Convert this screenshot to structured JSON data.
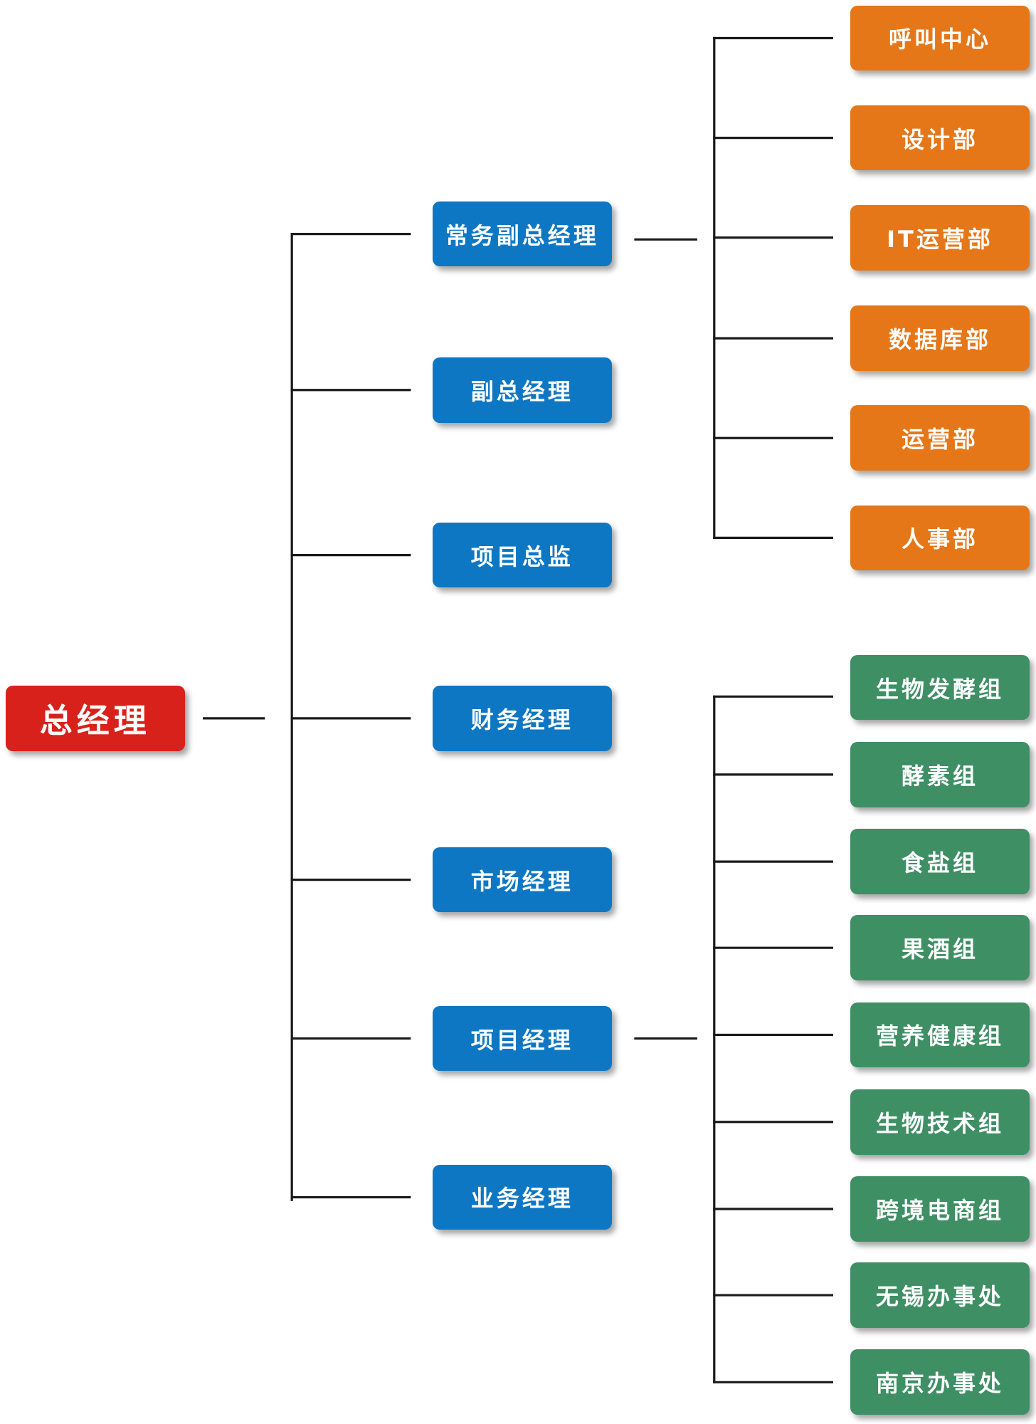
{
  "colors": {
    "root": "#D9211C",
    "manager": "#0E77C3",
    "department": "#E57718",
    "group": "#3F8F65",
    "line": "#1A1A1A"
  },
  "root": {
    "label": "总经理"
  },
  "managers": [
    {
      "label": "常务副总经理"
    },
    {
      "label": "副总经理"
    },
    {
      "label": "项目总监"
    },
    {
      "label": "财务经理"
    },
    {
      "label": "市场经理"
    },
    {
      "label": "项目经理"
    },
    {
      "label": "业务经理"
    }
  ],
  "departments": [
    {
      "label": "呼叫中心"
    },
    {
      "label": "设计部"
    },
    {
      "label": "IT运营部"
    },
    {
      "label": "数据库部"
    },
    {
      "label": "运营部"
    },
    {
      "label": "人事部"
    }
  ],
  "groups": [
    {
      "label": "生物发酵组"
    },
    {
      "label": "酵素组"
    },
    {
      "label": "食盐组"
    },
    {
      "label": "果酒组"
    },
    {
      "label": "营养健康组"
    },
    {
      "label": "生物技术组"
    },
    {
      "label": "跨境电商组"
    },
    {
      "label": "无锡办事处"
    },
    {
      "label": "南京办事处"
    }
  ]
}
